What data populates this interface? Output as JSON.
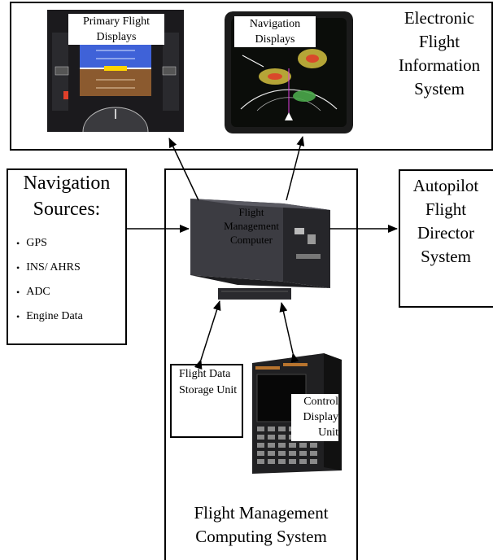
{
  "efis": {
    "title": "Electronic Flight Information System",
    "pfd_label": "Primary Flight Displays",
    "nd_label": "Navigation Displays"
  },
  "nav_sources": {
    "title": "Navigation Sources:",
    "items": [
      "GPS",
      "INS/ AHRS",
      "ADC",
      "Engine Data"
    ]
  },
  "fmc": {
    "label": "Flight Management Computer"
  },
  "autopilot": {
    "title": "Autopilot Flight Director System"
  },
  "storage": {
    "label": "Flight Data Storage Unit"
  },
  "cdu": {
    "label": "Control Display Unit"
  },
  "fmcs": {
    "title": "Flight Management Computing System"
  }
}
